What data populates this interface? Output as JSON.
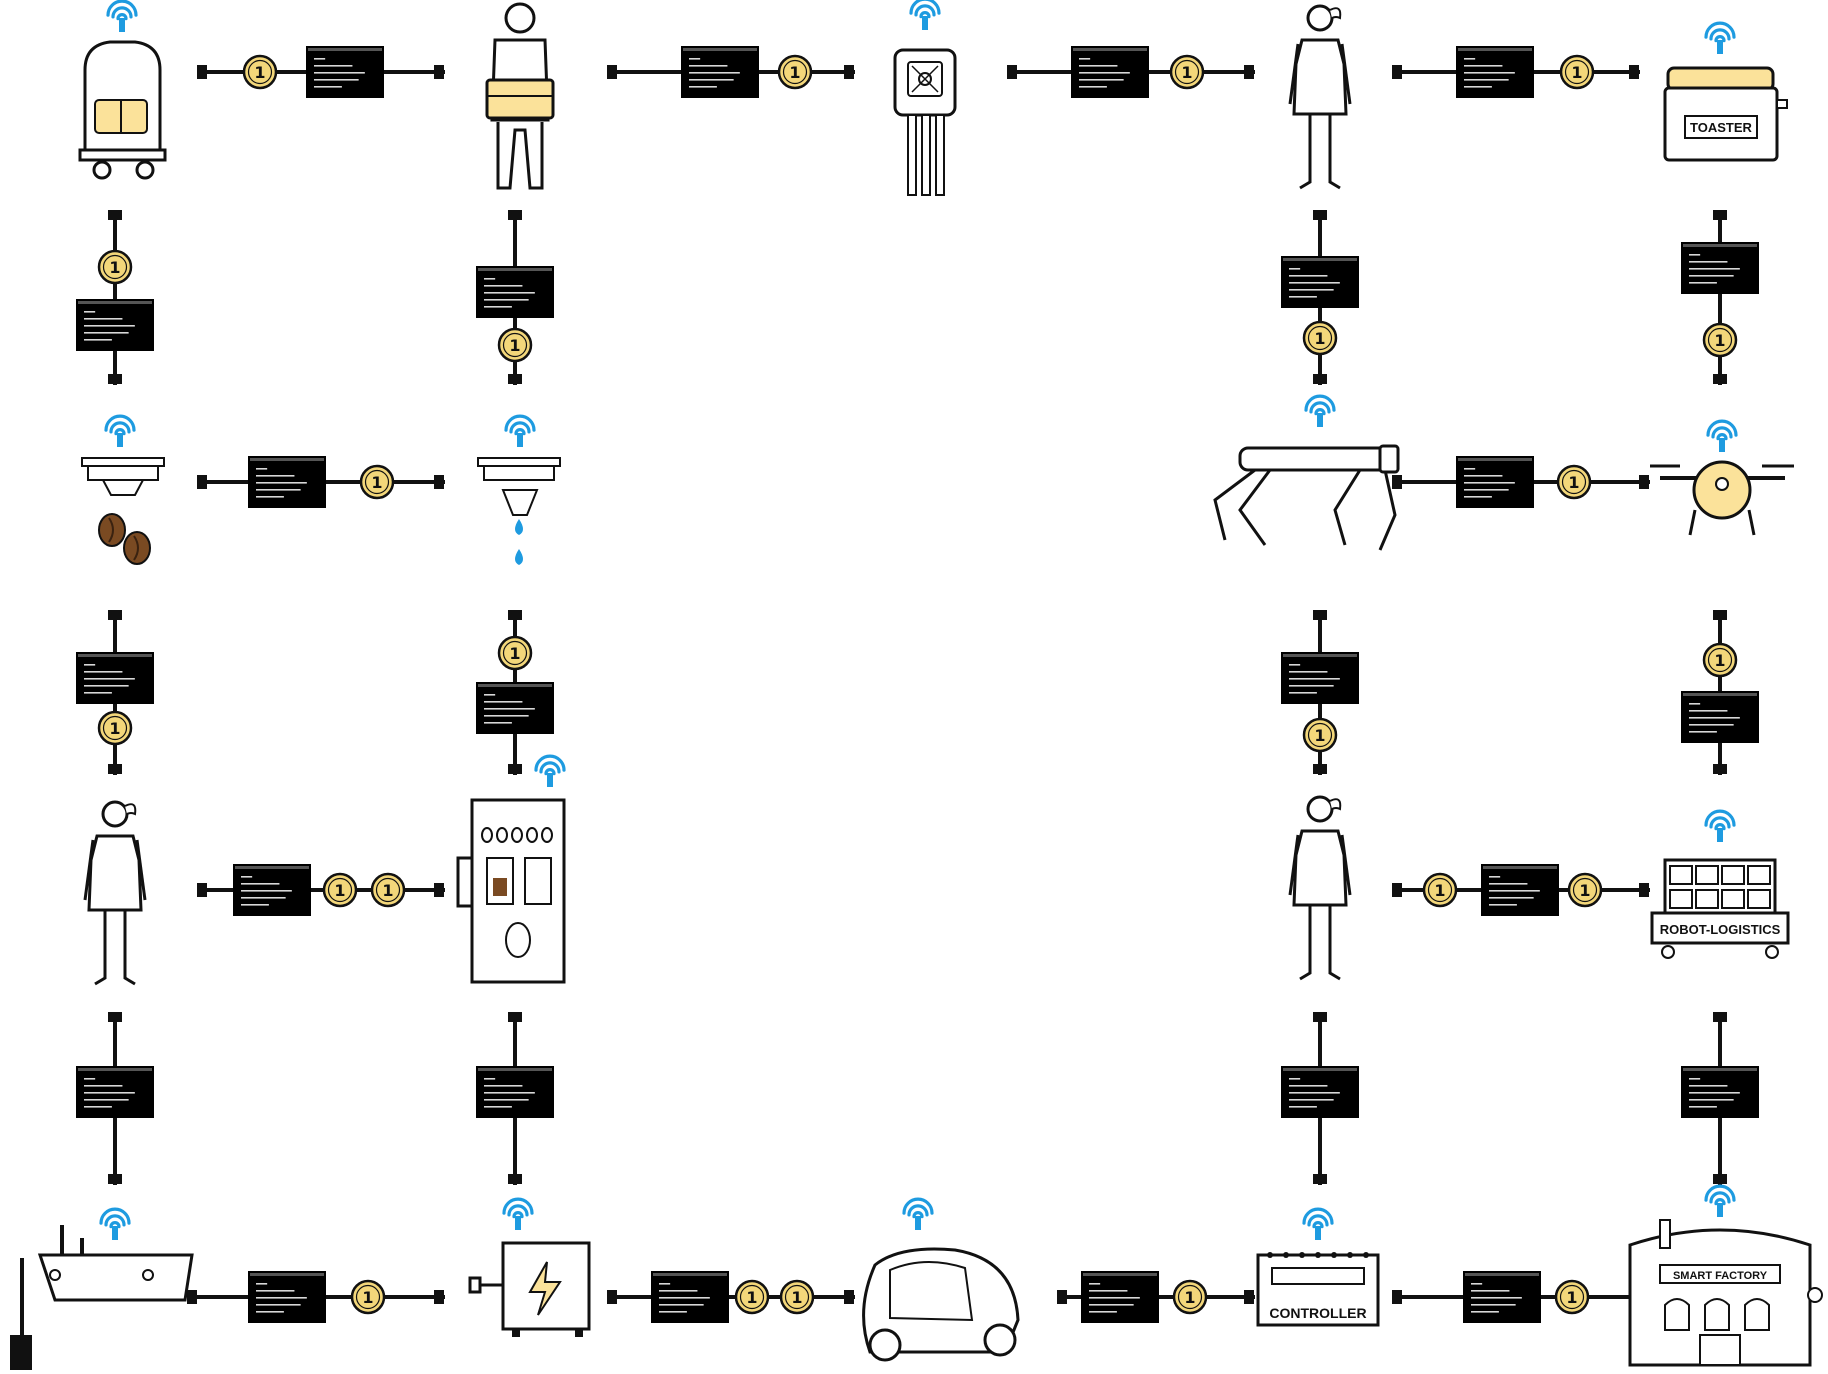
{
  "colors": {
    "line": "#111111",
    "coin_fill": "#f3d77a",
    "coin_stroke": "#111111",
    "wifi": "#1e9be0",
    "device_accent": "#fbe29a",
    "record_box": "#000000"
  },
  "coin_value": "1",
  "devices": [
    {
      "id": "robot-cart",
      "icon": "delivery-robot-cart-icon"
    },
    {
      "id": "worker-box",
      "icon": "worker-carrying-box-icon"
    },
    {
      "id": "pick-gripper",
      "icon": "robotic-gripper-icon"
    },
    {
      "id": "woman-top",
      "icon": "woman-icon"
    },
    {
      "id": "toaster",
      "icon": "toaster-icon",
      "label": "TOASTER"
    },
    {
      "id": "bean-dispenser",
      "icon": "coffee-bean-dispenser-icon"
    },
    {
      "id": "water-dispenser",
      "icon": "water-dispenser-icon"
    },
    {
      "id": "robot-dog",
      "icon": "robot-dog-icon"
    },
    {
      "id": "drone",
      "icon": "drone-icon"
    },
    {
      "id": "woman-left",
      "icon": "woman-icon"
    },
    {
      "id": "coffee-machine",
      "icon": "coffee-machine-icon"
    },
    {
      "id": "woman-right",
      "icon": "woman-icon"
    },
    {
      "id": "robot-logistics",
      "icon": "logistics-robot-icon",
      "label": "ROBOT-LOGISTICS"
    },
    {
      "id": "boat",
      "icon": "boat-icon"
    },
    {
      "id": "charger",
      "icon": "charging-station-icon"
    },
    {
      "id": "ev-car",
      "icon": "electric-car-icon"
    },
    {
      "id": "controller",
      "icon": "controller-icon",
      "label": "CONTROLLER"
    },
    {
      "id": "smart-factory",
      "icon": "smart-factory-icon",
      "label": "SMART FACTORY"
    }
  ]
}
